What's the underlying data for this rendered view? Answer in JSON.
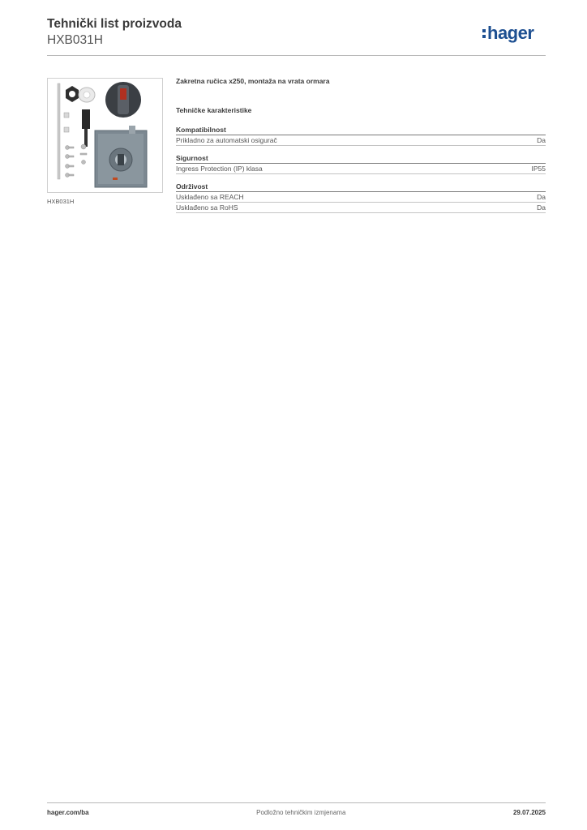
{
  "header": {
    "title": "Tehnički list proizvoda",
    "product_code": "HXB031H",
    "logo_text": "hager",
    "brand_color": "#1d4f91"
  },
  "image": {
    "caption": "HXB031H"
  },
  "product": {
    "description": "Zakretna ručica x250, montaža na vrata ormara"
  },
  "specs": {
    "heading": "Tehničke karakteristike",
    "sections": [
      {
        "title": "Kompatibilnost",
        "rows": [
          {
            "label": "Prikladno za automatski osigurač",
            "value": "Da"
          }
        ]
      },
      {
        "title": "Sigurnost",
        "rows": [
          {
            "label": "Ingress Protection (IP) klasa",
            "value": "IP55"
          }
        ]
      },
      {
        "title": "Održivost",
        "rows": [
          {
            "label": "Usklađeno sa REACH",
            "value": "Da"
          },
          {
            "label": "Usklađeno sa RoHS",
            "value": "Da"
          }
        ]
      }
    ]
  },
  "footer": {
    "website": "hager.com/ba",
    "notice": "Podložno tehničkim izmjenama",
    "date": "29.07.2025"
  }
}
